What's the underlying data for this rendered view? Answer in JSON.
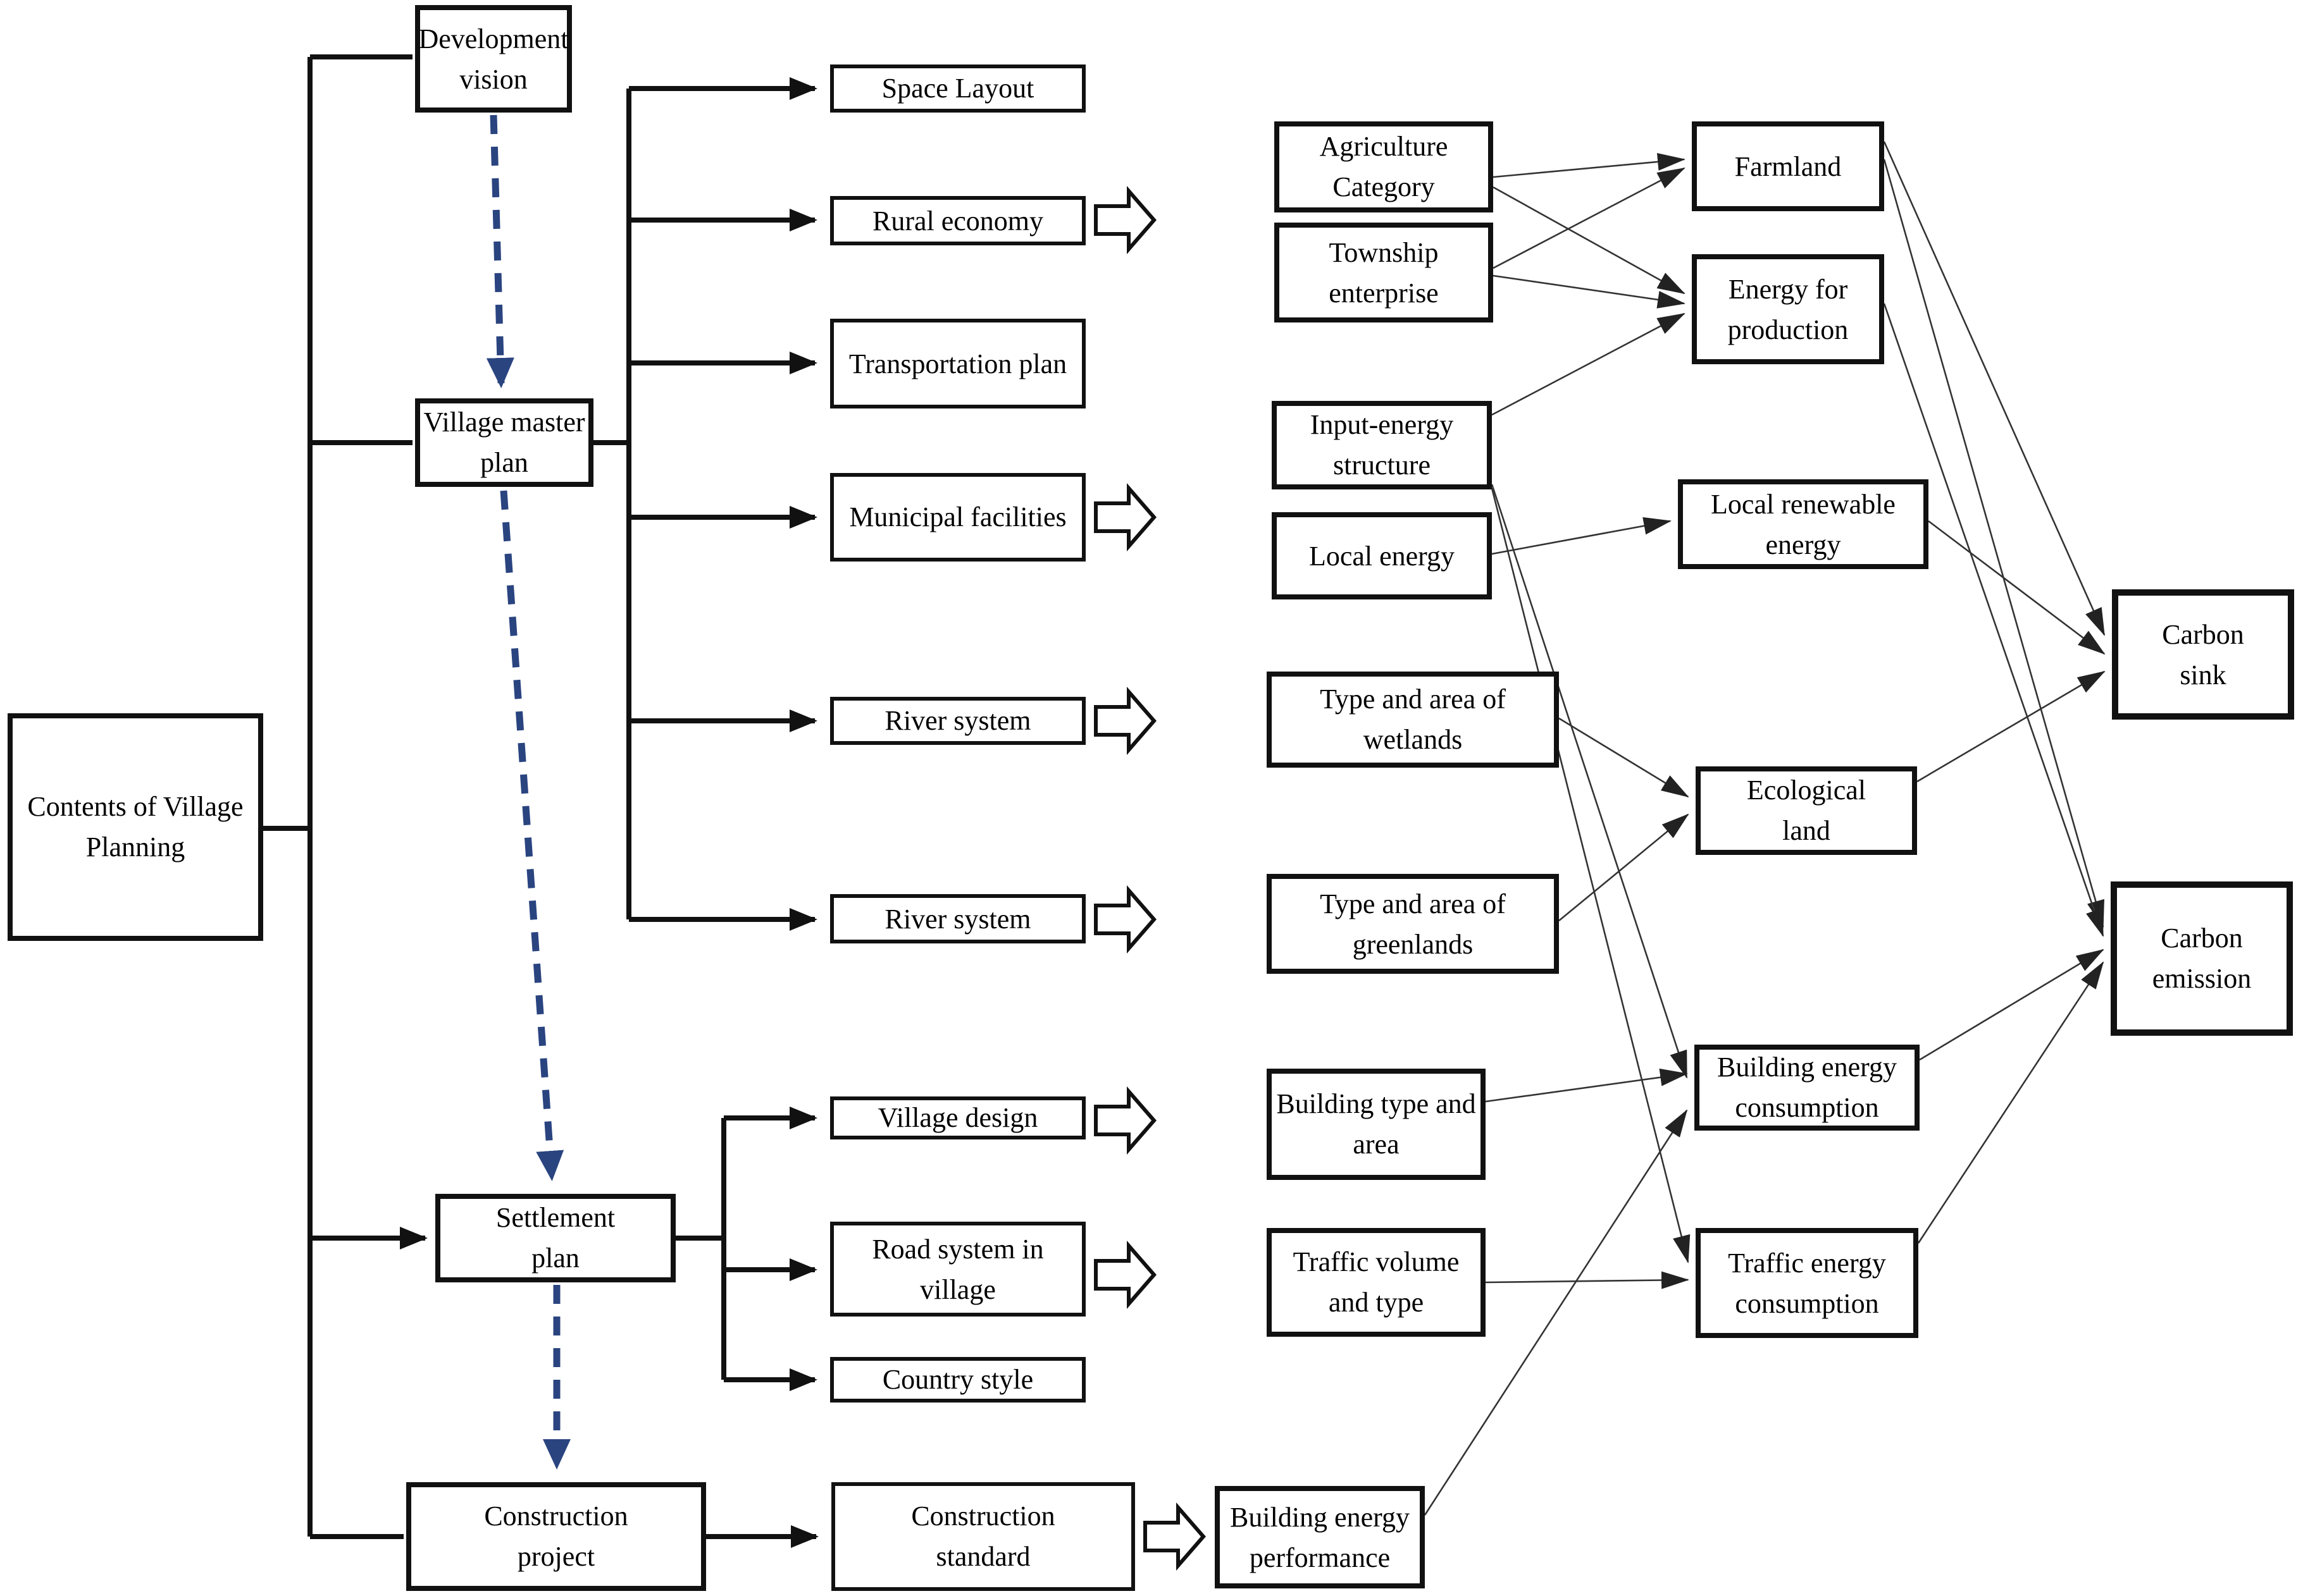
{
  "diagram": {
    "title_box": "Contents of Village Planning",
    "plans": [
      "Development vision",
      "Village master plan",
      "Settlement plan",
      "Construction project"
    ],
    "master_plan_items": [
      "Space Layout",
      "Rural economy",
      "Transportation plan",
      "Municipal facilities",
      "River system",
      "River system"
    ],
    "settlement_items": [
      "Village design",
      "Road system in village",
      "Country style"
    ],
    "construction_items": [
      "Construction standard"
    ],
    "factors": [
      "Agriculture Category",
      "Township enterprise",
      "Input-energy structure",
      "Local energy",
      "Type and area of wetlands",
      "Type and area of greenlands",
      "Building type and area",
      "Traffic volume and type",
      "Building energy performance"
    ],
    "carbon_elements": [
      "Farmland",
      "Energy for production",
      "Local renewable energy",
      "Ecological land",
      "Building energy consumption",
      "Traffic energy consumption"
    ],
    "results": [
      "Carbon sink",
      "Carbon emission"
    ],
    "colors": {
      "dashed_arrow": "#2a4480",
      "thin_line": "#333333",
      "box_border": "#111111",
      "box_bg": "#ffffff"
    }
  }
}
